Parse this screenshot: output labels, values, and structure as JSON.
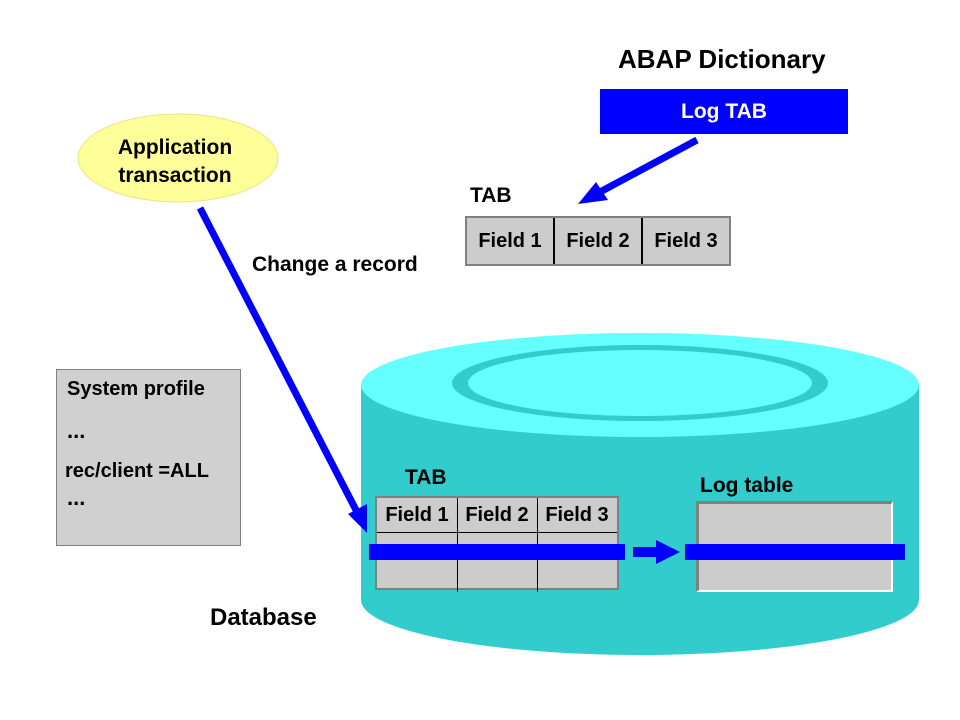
{
  "diagram": {
    "dictionary": {
      "title": "ABAP Dictionary",
      "log_tab_label": "Log TAB"
    },
    "dictionary_table": {
      "label": "TAB",
      "fields": [
        "Field 1",
        "Field 2",
        "Field 3"
      ]
    },
    "application": {
      "line1": "Application",
      "line2": "transaction"
    },
    "change_label": "Change a record",
    "system_profile": {
      "title": "System profile",
      "ellipsis_top": "...",
      "parameter": "rec/client =ALL",
      "ellipsis_bottom": "..."
    },
    "database": {
      "label": "Database",
      "table_label": "TAB",
      "table_fields": [
        "Field 1",
        "Field 2",
        "Field 3"
      ],
      "log_table_label": "Log table"
    },
    "colors": {
      "arrow_blue": "#0000ff",
      "cylinder_top": "#66ffff",
      "cylinder_body": "#33cccc",
      "ellipse_yellow": "#ffff99",
      "table_gray": "#cccccc"
    }
  }
}
